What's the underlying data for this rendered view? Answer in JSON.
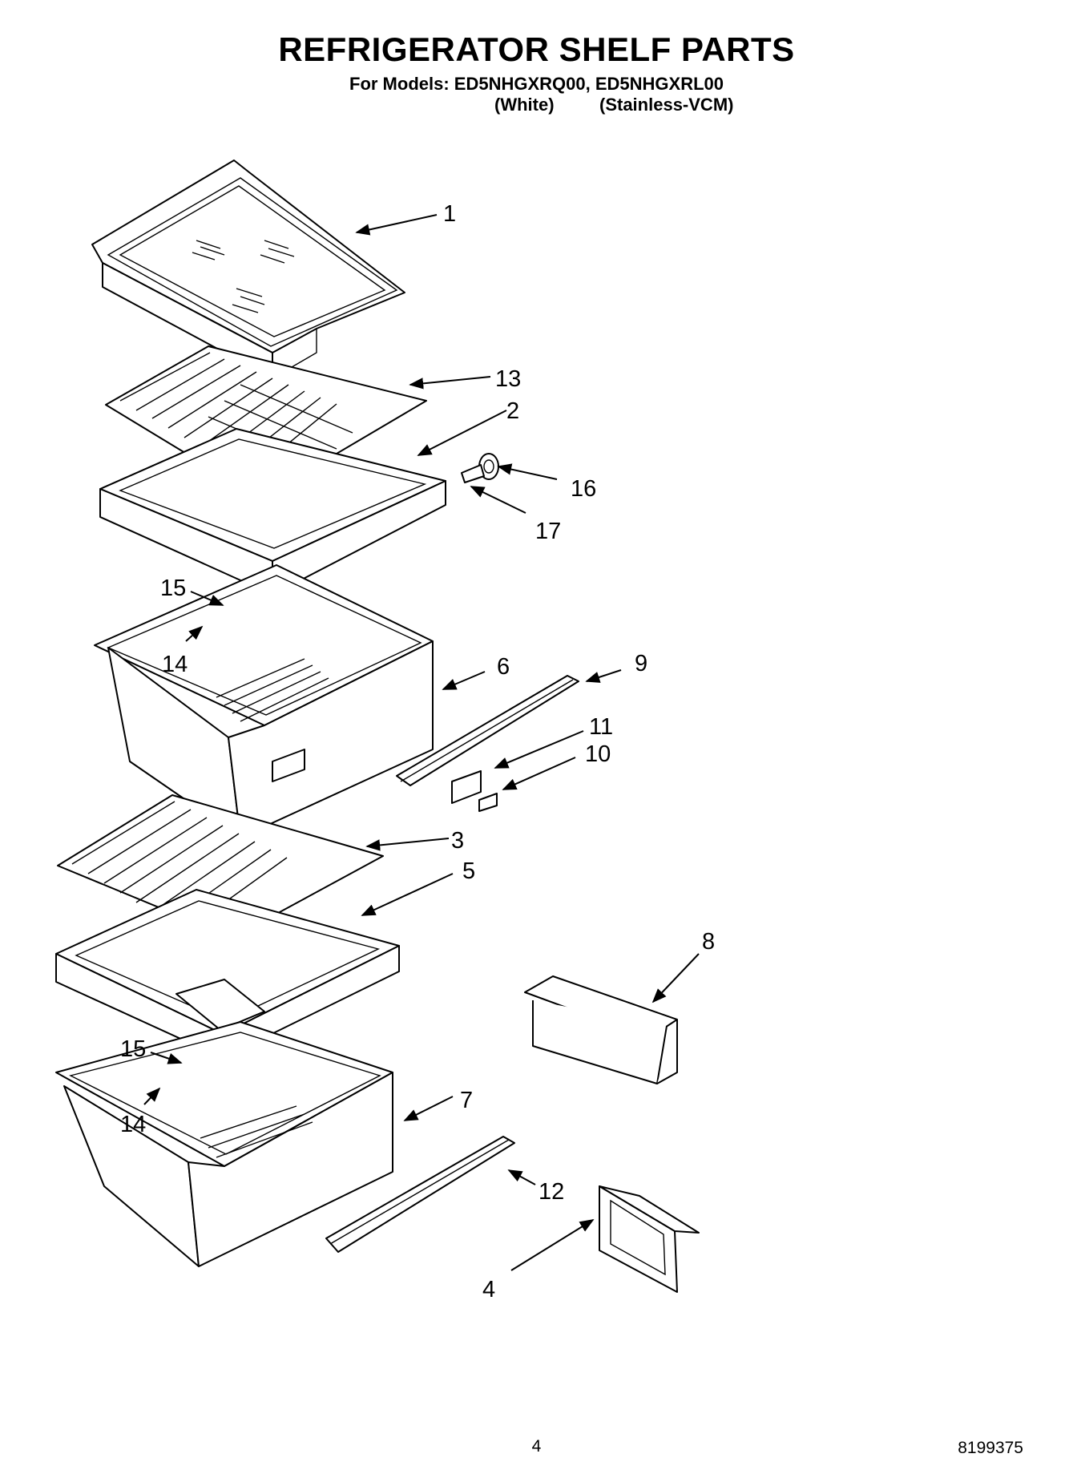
{
  "title": "REFRIGERATOR SHELF PARTS",
  "models_line": "For Models: ED5NHGXRQ00, ED5NHGXRL00",
  "variants": {
    "white": "(White)",
    "stainless": "(Stainless-VCM)"
  },
  "callouts": [
    "1",
    "13",
    "2",
    "16",
    "17",
    "15",
    "14",
    "6",
    "9",
    "11",
    "10",
    "3",
    "5",
    "8",
    "15",
    "14",
    "7",
    "12",
    "4"
  ],
  "footer": {
    "page_number": "4",
    "doc_number": "8199375"
  }
}
